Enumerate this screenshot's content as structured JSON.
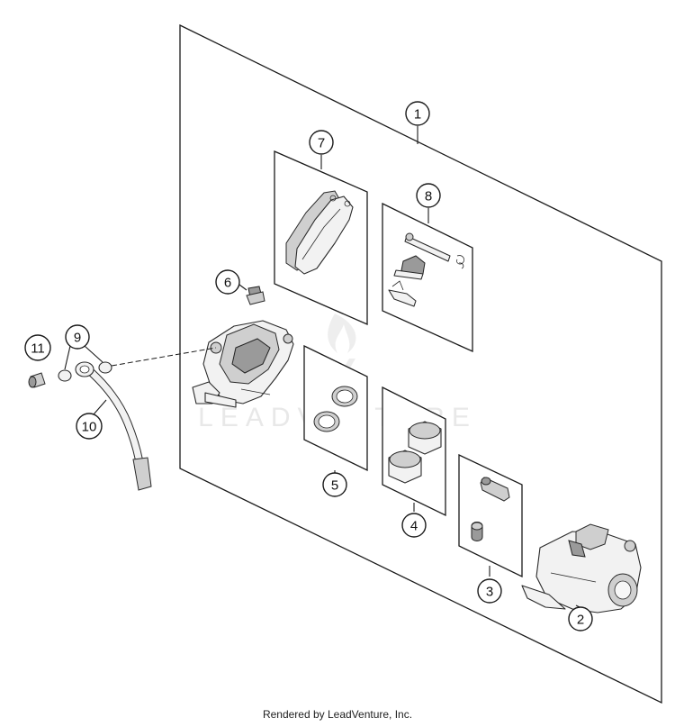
{
  "callouts": [
    {
      "number": "1"
    },
    {
      "number": "2"
    },
    {
      "number": "3"
    },
    {
      "number": "4"
    },
    {
      "number": "5"
    },
    {
      "number": "6"
    },
    {
      "number": "7"
    },
    {
      "number": "8"
    },
    {
      "number": "9"
    },
    {
      "number": "10"
    },
    {
      "number": "11"
    }
  ],
  "watermark": {
    "text": "LEADVENTURE"
  },
  "footer": {
    "text": "Rendered by LeadVenture, Inc."
  }
}
